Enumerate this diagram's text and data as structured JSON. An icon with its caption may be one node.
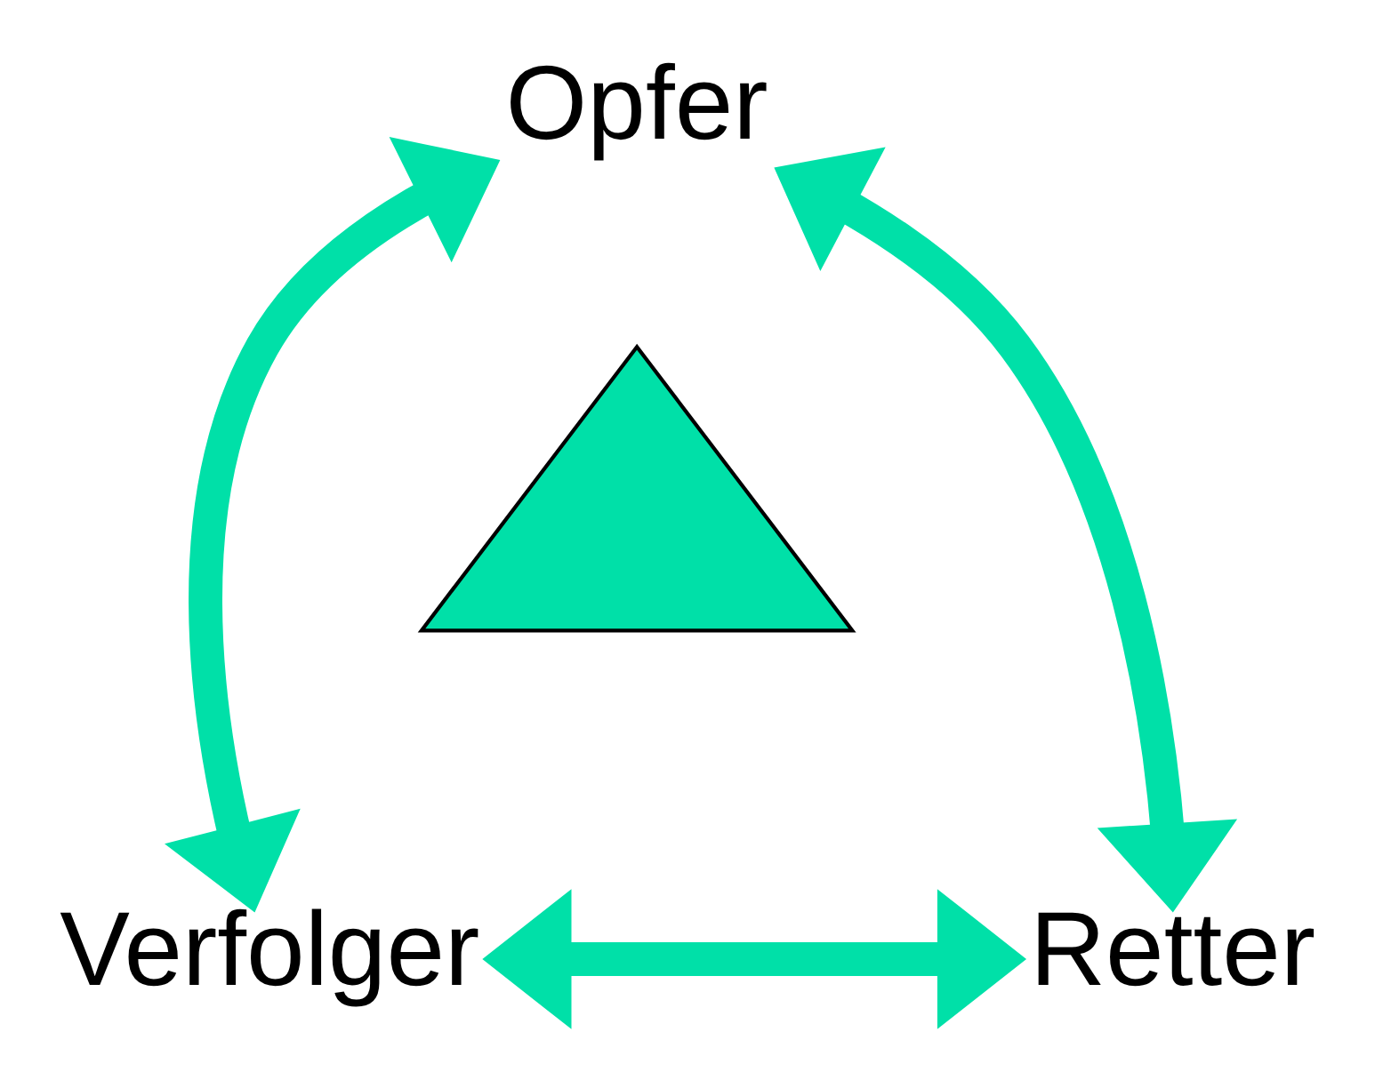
{
  "diagram": {
    "nodes": [
      {
        "text": [
          "Opfer"
        ]
      },
      {
        "text": [],
        "shape": "triangle"
      },
      {
        "text": [
          "Verfolger"
        ]
      },
      {
        "text": [
          "Retter"
        ]
      }
    ],
    "edges": [
      {
        "from": 2,
        "to": 0,
        "arrow": "both"
      },
      {
        "from": 0,
        "to": 3,
        "arrow": "both"
      },
      {
        "from": 2,
        "to": 3,
        "arrow": "both"
      }
    ]
  }
}
